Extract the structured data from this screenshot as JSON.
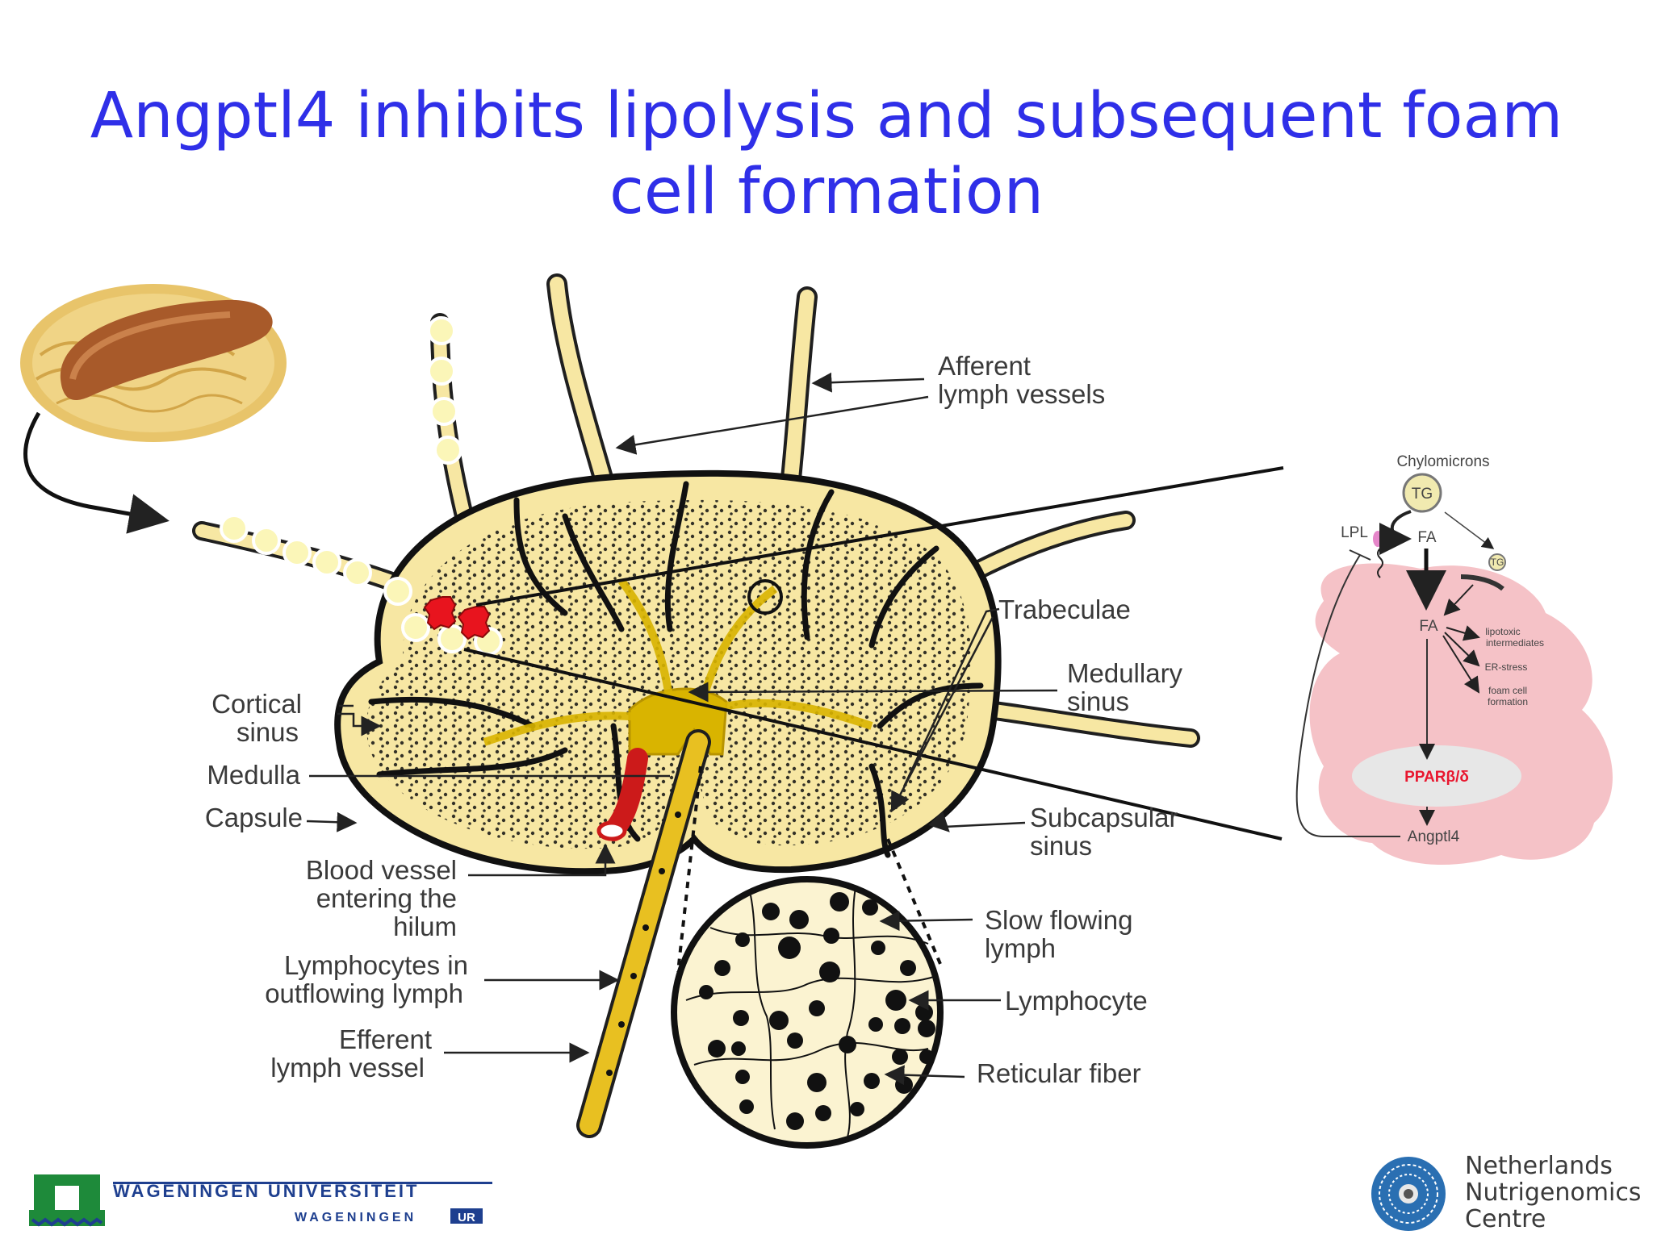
{
  "title": {
    "line1": "Angptl4 inhibits lipolysis and subsequent foam",
    "line2": "cell formation"
  },
  "lymph_node_labels": {
    "afferent_1": "Afferent",
    "afferent_2": "lymph vessels",
    "trabeculae": "Trabeculae",
    "medullary_1": "Medullary",
    "medullary_2": "sinus",
    "cortical_1": "Cortical",
    "cortical_2": "sinus",
    "medulla": "Medulla",
    "capsule": "Capsule",
    "subcapsular_1": "Subcapsular",
    "subcapsular_2": "sinus",
    "blood_1": "Blood vessel",
    "blood_2": "entering the",
    "blood_3": "hilum",
    "lymphocytes_out_1": "Lymphocytes in",
    "lymphocytes_out_2": "outflowing lymph",
    "efferent_1": "Efferent",
    "efferent_2": "lymph vessel",
    "slow_1": "Slow flowing",
    "slow_2": "lymph",
    "lymphocyte": "Lymphocyte",
    "reticular": "Reticular fiber"
  },
  "pathway": {
    "chylomicrons": "Chylomicrons",
    "tg": "TG",
    "lpl": "LPL",
    "fa": "FA",
    "fa_inner": "FA",
    "tg_small": "TG",
    "lipotoxic_1": "lipotoxic",
    "lipotoxic_2": "intermediates",
    "er_stress": "ER-stress",
    "foam_1": "foam cell",
    "foam_2": "formation",
    "ppar": "PPARβ/δ",
    "angptl4": "Angptl4"
  },
  "logos": {
    "wur_line1": "WAGENINGEN UNIVERSITEIT",
    "wur_line2": "WAGENINGEN",
    "wur_ur": "UR",
    "nnc_1": "Netherlands",
    "nnc_2": "Nutrigenomics",
    "nnc_3": "Centre"
  },
  "colors": {
    "title": "#2f2fe8",
    "node_fill": "#f7e7a3",
    "hilum": "#d9b400",
    "cell_fill": "#f5c2c7",
    "ppar_text": "#e8162e",
    "wur_green": "#1e8a3a",
    "wur_blue": "#1e3f8f",
    "nnc_blue": "#2a6fb2"
  }
}
